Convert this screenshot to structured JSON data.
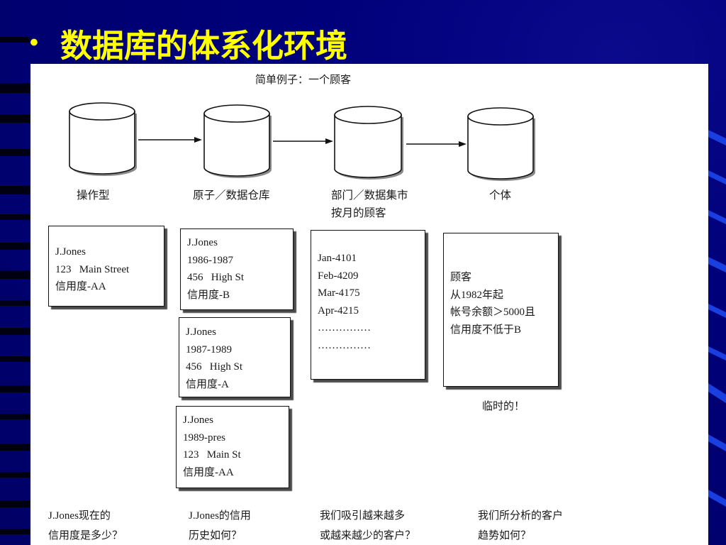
{
  "slide": {
    "bullet": "•",
    "title": "数据库的体系化环境"
  },
  "figure": {
    "caption": "简单例子：一个顾客",
    "stages": [
      {
        "label": "操作型"
      },
      {
        "label": "原子／数据仓库"
      },
      {
        "label": "部门／数据集市",
        "sublabel": "按月的顾客"
      },
      {
        "label": "个体"
      }
    ],
    "operational_record": [
      "J.Jones",
      "123   Main Street",
      "信用度-AA"
    ],
    "warehouse_records": [
      [
        "J.Jones",
        "1986-1987",
        "456   High St",
        "信用度-B"
      ],
      [
        "J.Jones",
        "1987-1989",
        "456   High St",
        "信用度-A"
      ],
      [
        "J.Jones",
        "1989-pres",
        "123   Main St",
        "信用度-AA"
      ]
    ],
    "datamart_record": [
      "Jan-4101",
      "Feb-4209",
      "Mar-4175",
      "Apr-4215",
      "……………",
      "……………"
    ],
    "individual_record": [
      "顾客",
      "从1982年起",
      "帐号余额＞5000且",
      "信用度不低于B"
    ],
    "individual_note": "临时的！",
    "questions": [
      [
        "J.Jones现在的",
        "信用度是多少？"
      ],
      [
        "J.Jones的信用",
        "历史如何？"
      ],
      [
        "我们吸引越来越多",
        "或越来越少的客户？"
      ],
      [
        "我们所分析的客户",
        "趋势如何？"
      ]
    ]
  },
  "colors": {
    "background": "#00006e",
    "title": "#ffff00",
    "left_stripes": "#000012",
    "right_stripes": "#1a3fe0",
    "figure_background": "#ffffff"
  }
}
